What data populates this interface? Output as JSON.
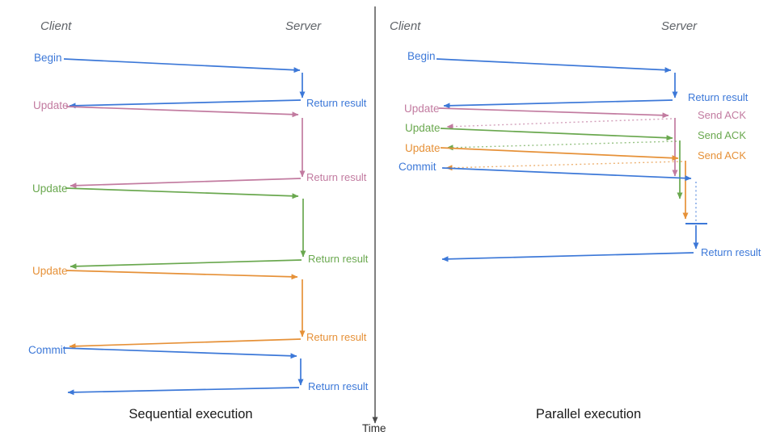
{
  "colors": {
    "blue": "#3c78d8",
    "pink": "#c27ba0",
    "green": "#6aa84f",
    "orange": "#e69138",
    "axis": "#4a4a4a",
    "header": "#5f6368",
    "caption": "#1a1a1a",
    "time": "#2b2b2b"
  },
  "time_axis": {
    "label": "Time"
  },
  "sequential": {
    "caption": "Sequential execution",
    "client": "Client",
    "server": "Server",
    "messages": [
      {
        "label": "Begin",
        "response": "Return result",
        "color": "blue"
      },
      {
        "label": "Update",
        "response": "Return result",
        "color": "pink"
      },
      {
        "label": "Update",
        "response": "Return result",
        "color": "green"
      },
      {
        "label": "Update",
        "response": "Return result",
        "color": "orange"
      },
      {
        "label": "Commit",
        "response": "Return result",
        "color": "blue"
      }
    ]
  },
  "parallel": {
    "caption": "Parallel execution",
    "client": "Client",
    "server": "Server",
    "messages": [
      {
        "label": "Begin",
        "response": "Return result",
        "color": "blue"
      },
      {
        "label": "Update",
        "response": "Send ACK",
        "color": "pink"
      },
      {
        "label": "Update",
        "response": "Send ACK",
        "color": "green"
      },
      {
        "label": "Update",
        "response": "Send ACK",
        "color": "orange"
      },
      {
        "label": "Commit",
        "response": "Return result",
        "color": "blue"
      }
    ]
  }
}
